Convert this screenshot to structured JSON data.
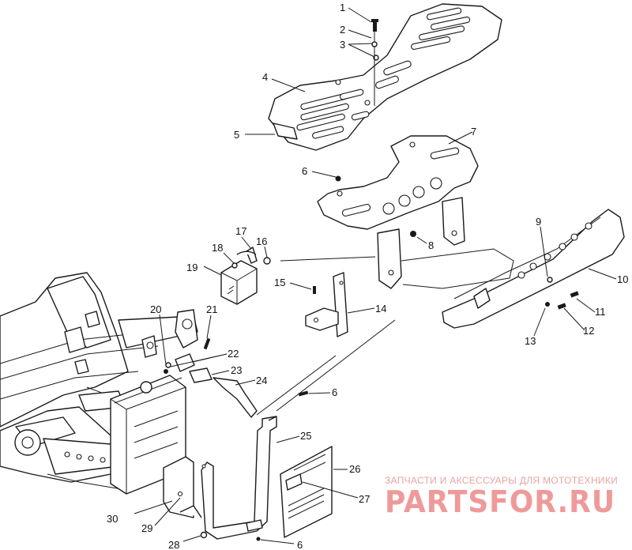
{
  "callouts": [
    {
      "id": "c1",
      "text": "1"
    },
    {
      "id": "c2",
      "text": "2"
    },
    {
      "id": "c3",
      "text": "3"
    },
    {
      "id": "c4",
      "text": "4"
    },
    {
      "id": "c5",
      "text": "5"
    },
    {
      "id": "c6a",
      "text": "6"
    },
    {
      "id": "c7",
      "text": "7"
    },
    {
      "id": "c8",
      "text": "8"
    },
    {
      "id": "c9",
      "text": "9"
    },
    {
      "id": "c10",
      "text": "10"
    },
    {
      "id": "c11",
      "text": "11"
    },
    {
      "id": "c12",
      "text": "12"
    },
    {
      "id": "c13",
      "text": "13"
    },
    {
      "id": "c14",
      "text": "14"
    },
    {
      "id": "c15",
      "text": "15"
    },
    {
      "id": "c16",
      "text": "16"
    },
    {
      "id": "c17",
      "text": "17"
    },
    {
      "id": "c18",
      "text": "18"
    },
    {
      "id": "c19",
      "text": "19"
    },
    {
      "id": "c20",
      "text": "20"
    },
    {
      "id": "c21",
      "text": "21"
    },
    {
      "id": "c22",
      "text": "22"
    },
    {
      "id": "c23",
      "text": "23"
    },
    {
      "id": "c24",
      "text": "24"
    },
    {
      "id": "c6b",
      "text": "6"
    },
    {
      "id": "c25",
      "text": "25"
    },
    {
      "id": "c26",
      "text": "26"
    },
    {
      "id": "c27",
      "text": "27"
    },
    {
      "id": "c30",
      "text": "30"
    },
    {
      "id": "c29",
      "text": "29"
    },
    {
      "id": "c28",
      "text": "28"
    },
    {
      "id": "c6c",
      "text": "6"
    }
  ],
  "watermark": {
    "tagline": "ЗАПЧАСТИ И АКСЕССУАРЫ ДЛЯ МОТОТЕХНИКИ",
    "logo": "PARTSFOR.RU"
  },
  "colors": {
    "line": "#1a1a1a",
    "watermark": "#ef9a9a"
  }
}
